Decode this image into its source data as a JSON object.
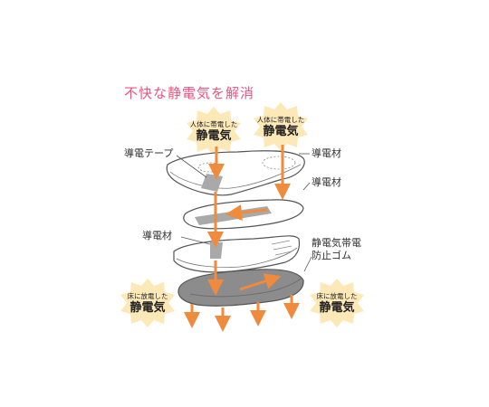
{
  "heading": "不快な静電気を解消",
  "bursts": {
    "body_left": {
      "small": "人体に帯電した",
      "big": "静電気"
    },
    "body_right": {
      "small": "人体に帯電した",
      "big": "静電気"
    },
    "floor_left": {
      "small": "床に放電した",
      "big": "静電気"
    },
    "floor_right": {
      "small": "床に放電した",
      "big": "静電気"
    }
  },
  "labels": {
    "conductive_tape": "導電テープ",
    "conductive_material_1": "導電材",
    "conductive_material_2": "導電材",
    "conductive_material_3": "導電材",
    "rubber_line1": "静電気帯電",
    "rubber_line2": "防止ゴム"
  },
  "colors": {
    "heading": "#e8557f",
    "arrow": "#f08a3c",
    "burst": "#fde9b8",
    "sole": "#8c8c8c",
    "strip": "#a9a9a9"
  }
}
